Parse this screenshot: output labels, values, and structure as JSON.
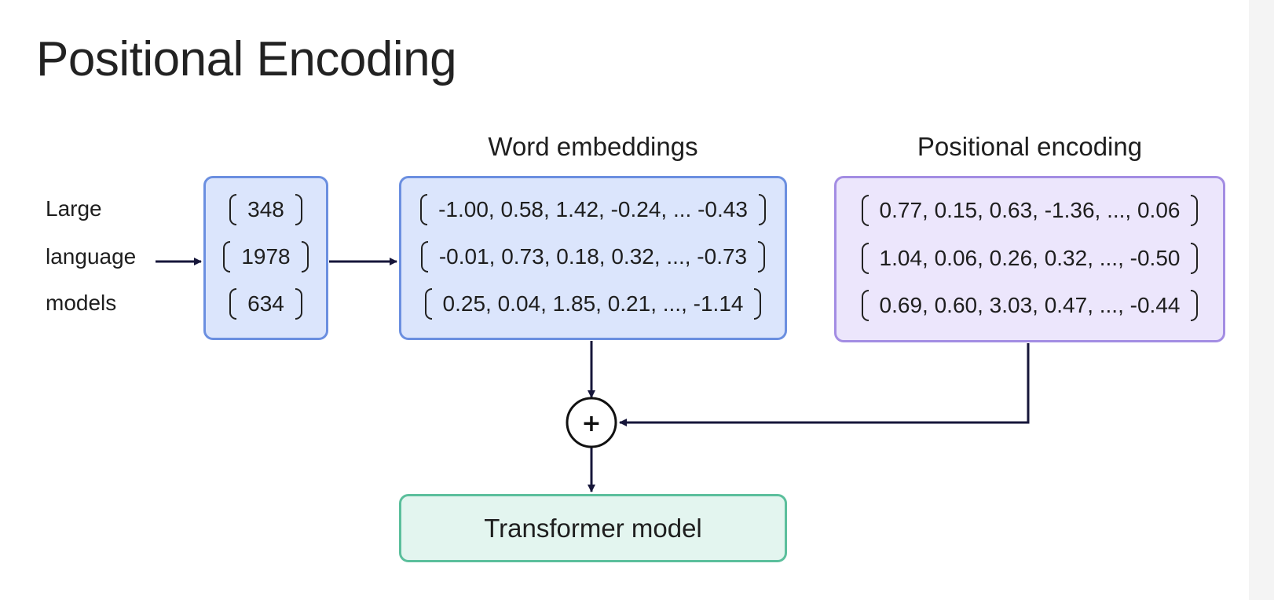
{
  "slide": {
    "title": "Positional Encoding"
  },
  "input_words": [
    "Large",
    "language",
    "models"
  ],
  "token_ids": [
    "348",
    "1978",
    "634"
  ],
  "word_embeddings": {
    "heading": "Word embeddings",
    "rows": [
      "-1.00, 0.58, 1.42, -0.24, ... -0.43",
      "-0.01, 0.73, 0.18, 0.32, ..., -0.73",
      "0.25, 0.04, 1.85, 0.21, ..., -1.14"
    ]
  },
  "positional_encoding": {
    "heading": "Positional encoding",
    "rows": [
      "0.77, 0.15, 0.63, -1.36, ..., 0.06",
      "1.04, 0.06, 0.26, 0.32, ..., -0.50",
      "0.69, 0.60, 3.03, 0.47, ..., -0.44"
    ]
  },
  "adder": {
    "symbol": "+"
  },
  "output": {
    "label": "Transformer model"
  },
  "colors": {
    "embedding_fill": "#dbe5fc",
    "embedding_border": "#6b8fe0",
    "positional_fill": "#ece6fc",
    "positional_border": "#a38de3",
    "transformer_fill": "#e3f5ef",
    "transformer_border": "#5bbf9c",
    "arrow": "#16163a"
  }
}
